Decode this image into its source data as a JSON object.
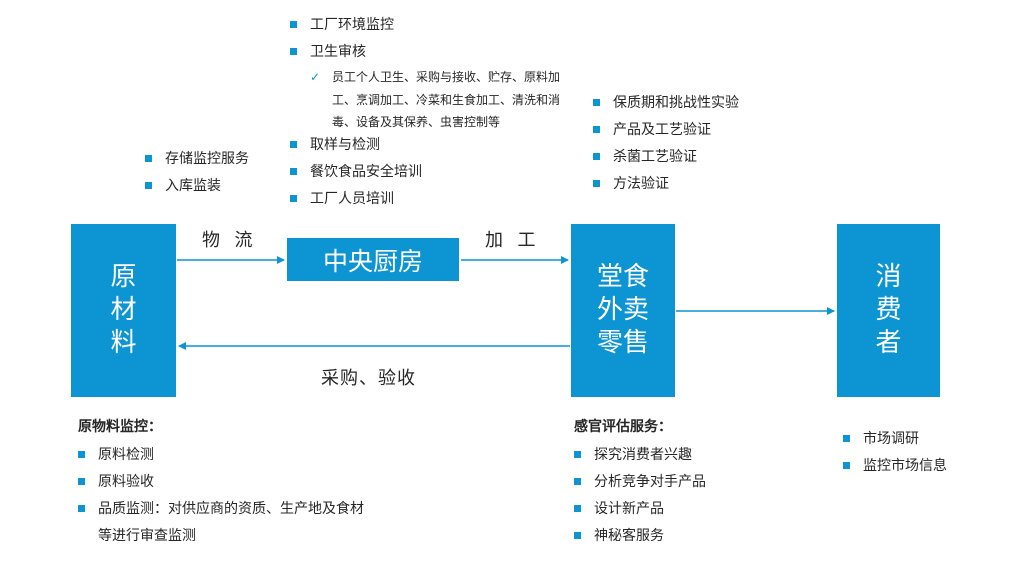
{
  "nodes": {
    "raw_material": "原\n材\n料",
    "central_kitchen": "中央厨房",
    "outlets": "堂食\n外卖\n零售",
    "consumer": "消\n费\n者"
  },
  "edges": {
    "logistics": "物  流",
    "processing": "加  工",
    "procurement": "采购、验收"
  },
  "lists": {
    "storage": [
      "存储监控服务",
      "入库监装"
    ],
    "kitchen_top": [
      "工厂环境监控",
      "卫生审核"
    ],
    "hygiene_detail": "员工个人卫生、采购与接收、贮存、原料加工、烹调加工、冷菜和生食加工、清洗和消毒、设备及其保养、虫害控制等",
    "kitchen_bottom": [
      "取样与检测",
      "餐饮食品安全培训",
      "工厂人员培训"
    ],
    "validation": [
      "保质期和挑战性实验",
      "产品及工艺验证",
      "杀菌工艺验证",
      "方法验证"
    ],
    "raw_monitor_title": "原物料监控：",
    "raw_monitor": [
      "原料检测",
      "原料验收",
      "品质监测：对供应商的资质、生产地及食材",
      "等进行审查监测"
    ],
    "sensory_title": "感官评估服务：",
    "sensory": [
      "探究消费者兴趣",
      "分析竞争对手产品",
      "设计新产品",
      "神秘客服务"
    ],
    "market": [
      "市场调研",
      "监控市场信息"
    ]
  },
  "colors": {
    "accent": "#0d94d2",
    "text": "#262626"
  },
  "icons": {
    "bullet": "square-bullet-icon",
    "check": "checkmark-icon"
  }
}
